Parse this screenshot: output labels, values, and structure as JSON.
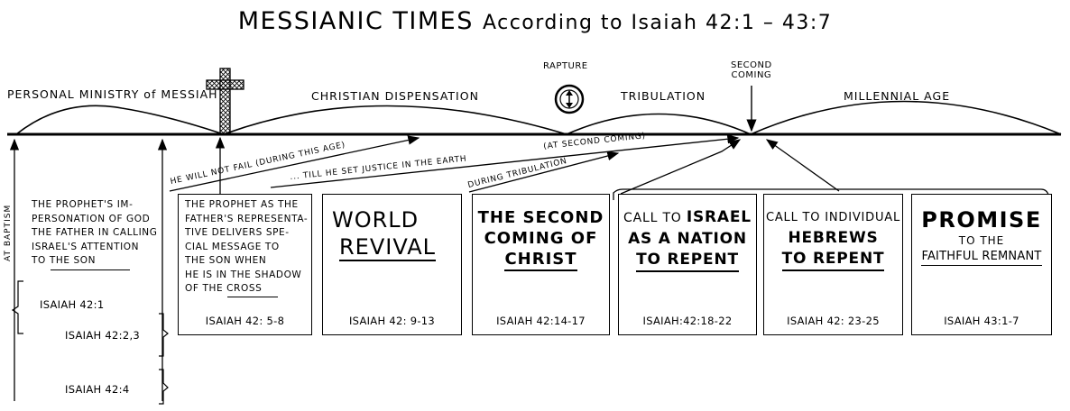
{
  "title": {
    "main": "MESSIANIC TIMES",
    "sub": "According to Isaiah 42:1 – 43:7"
  },
  "eras": {
    "personal_ministry": "PERSONAL MINISTRY of MESSIAH",
    "christian_dispensation": "CHRISTIAN  DISPENSATION",
    "rapture": "RAPTURE",
    "tribulation": "TRIBULATION",
    "second_coming_line1": "SECOND",
    "second_coming_line2": "COMING",
    "millennial": "MILLENNIAL   AGE"
  },
  "notes": {
    "at_baptism": "AT BAPTISM",
    "will_not_fail": "HE WILL NOT FAIL  (DURING THIS AGE)",
    "till_justice": "... TILL HE SET JUSTICE IN THE EARTH",
    "at_second_coming": "(AT SECOND COMING)",
    "during_tribulation": "DURING TRIBULATION"
  },
  "boxes": {
    "b1": {
      "lines": [
        "THE PROPHET'S IM-",
        "PERSONATION OF GOD",
        "THE FATHER IN CALLING",
        "ISRAEL'S ATTENTION",
        "TO THE SON"
      ],
      "refs": [
        "ISAIAH 42:1",
        "ISAIAH 42:2,3",
        "ISAIAH 42:4"
      ]
    },
    "b2": {
      "lines": [
        "THE PROPHET AS THE",
        "FATHER'S REPRESENTA-",
        "TIVE DELIVERS SPE-",
        "CIAL MESSAGE  TO",
        "THE SON WHEN",
        "HE IS IN THE SHADOW",
        "OF  THE CROSS"
      ],
      "ref": "ISAIAH 42: 5-8"
    },
    "b3": {
      "line1": "WORLD",
      "line2": "REVIVAL",
      "ref": "ISAIAH 42: 9-13"
    },
    "b4": {
      "line1": "THE SECOND",
      "line2": "COMING OF",
      "line3": "CHRIST",
      "ref": "ISAIAH 42:14-17"
    },
    "b5": {
      "line1a": "CALL TO ",
      "line1b": "ISRAEL",
      "line2": "AS A NATION",
      "line3": "TO REPENT",
      "ref": "ISAIAH:42:18-22"
    },
    "b6": {
      "line1": "CALL TO INDIVIDUAL",
      "line2": "HEBREWS",
      "line3": "TO REPENT",
      "ref": "ISAIAH 42: 23-25"
    },
    "b7": {
      "line1": "PROMISE",
      "line2": "TO  THE",
      "line3": "FAITHFUL REMNANT",
      "ref": "ISAIAH 43:1-7"
    }
  }
}
